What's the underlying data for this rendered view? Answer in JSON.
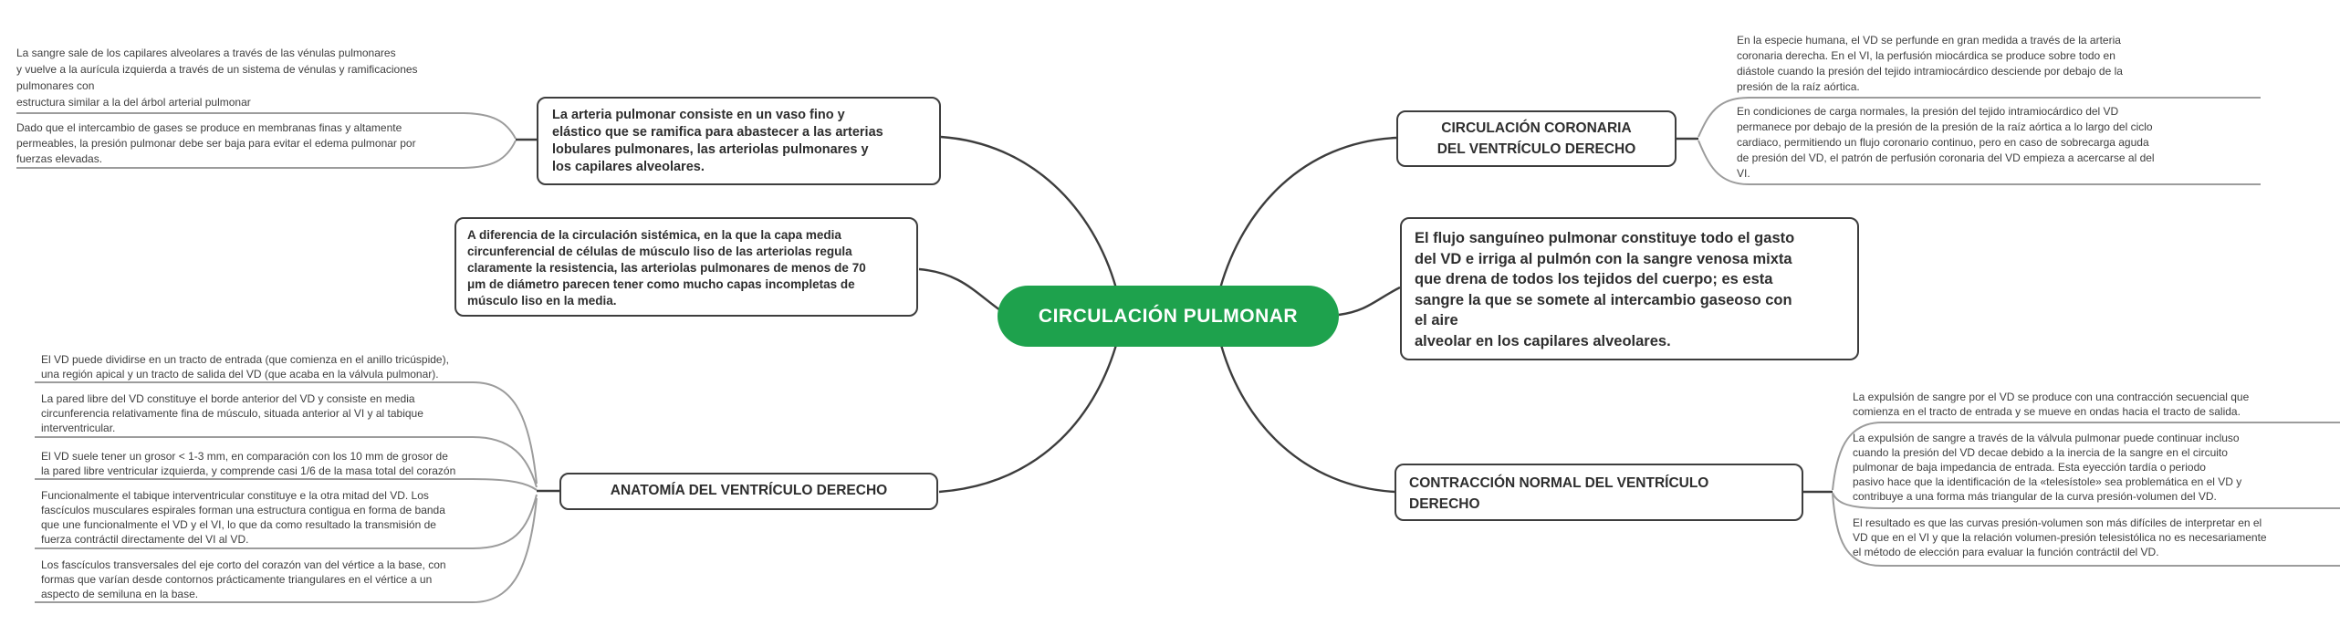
{
  "diagram": {
    "root": {
      "label": "CIRCULACIÓN PULMONAR"
    },
    "colors": {
      "root_bg": "#1ea24d",
      "root_text": "#ffffff",
      "branch_line": "#3d3d3d",
      "note_line": "#9c9c9c",
      "box_border": "#3d3d3d",
      "box_text": "#2e2e2e",
      "note_text": "#3e3e3e"
    },
    "left": {
      "pulmonary_artery": {
        "box": "La arteria pulmonar consiste en un vaso fino y\nelástico que se ramifica para abastecer a las arterias\nlobulares pulmonares, las arteriolas pulmonares y\nlos capilares alveolares.",
        "notes": [
          "La sangre sale de los capilares alveolares a través de las vénulas pulmonares\ny vuelve a la aurícula izquierda a través de un sistema de vénulas y ramificaciones\npulmonares con\nestructura similar a la del árbol arterial pulmonar",
          "Dado que el intercambio de gases se produce en membranas finas y altamente\npermeables, la presión pulmonar debe ser baja para evitar el edema pulmonar por\nfuerzas elevadas."
        ]
      },
      "arterioles": {
        "box": "A diferencia de la circulación sistémica, en la que la capa media\ncircunferencial de células de músculo liso de las arteriolas regula\nclaramente la resistencia, las arteriolas pulmonares de menos de 70\nμm de diámetro parecen tener como mucho capas incompletas de\nmúsculo liso en la media."
      },
      "anatomy": {
        "box": "ANATOMÍA DEL VENTRÍCULO DERECHO",
        "notes": [
          "El VD puede dividirse en un tracto de entrada (que comienza en el anillo tricúspide),\nuna región apical y un tracto de salida del VD (que acaba en la válvula pulmonar).",
          "La pared libre del VD constituye el borde anterior del VD y consiste en media\ncircunferencia relativamente fina de músculo, situada anterior al VI y al tabique\ninterventricular.",
          "El VD suele tener un grosor < 1-3 mm, en comparación con los 10 mm de grosor de\nla pared libre ventricular izquierda, y comprende casi 1/6 de la masa total del corazón",
          "Funcionalmente el tabique interventricular constituye e la otra mitad del VD. Los\nfascículos musculares espirales forman una estructura contigua en forma de banda\nque une funcionalmente el VD y el VI, lo que da como resultado la transmisión de\nfuerza contráctil directamente del VI al VD.",
          "Los fascículos transversales del eje corto del corazón van del vértice a la base, con\nformas que varían desde contornos prácticamente triangulares en el vértice a un\naspecto de semiluna en la base."
        ]
      }
    },
    "right": {
      "coronary": {
        "box": "CIRCULACIÓN CORONARIA\nDEL VENTRÍCULO DERECHO",
        "notes": [
          "En la especie humana, el VD se perfunde en gran medida a través de la arteria\ncoronaria derecha. En el VI, la perfusión miocárdica se produce sobre todo en\ndiástole cuando la presión del tejido intramiocárdico desciende por debajo de la\npresión de la raíz aórtica.",
          "En condiciones de carga normales, la presión del tejido intramiocárdico del VD\npermanece por debajo de la presión de la presión de la raíz aórtica a lo largo del ciclo\ncardiaco, permitiendo un flujo coronario continuo, pero en caso de sobrecarga aguda\nde presión del VD, el patrón de perfusión coronaria del VD empieza a acercarse al del\nVI."
        ]
      },
      "flow": {
        "box": "El flujo sanguíneo pulmonar constituye todo el gasto\ndel VD e irriga al pulmón con la sangre venosa mixta\nque drena de todos los tejidos del cuerpo; es esta\nsangre la que se somete al intercambio gaseoso con\nel aire\nalveolar en los capilares alveolares."
      },
      "contraction": {
        "box": "CONTRACCIÓN NORMAL DEL VENTRÍCULO\nDERECHO",
        "notes": [
          "La expulsión de sangre por el VD se produce con una contracción secuencial que\ncomienza en el tracto de entrada y se mueve en ondas hacia el tracto de salida.",
          "La expulsión de sangre a través de la válvula pulmonar puede continuar incluso\ncuando la presión del VD decae debido a la inercia de la sangre en el circuito\npulmonar de baja impedancia de entrada. Esta eyección tardía o periodo\npasivo hace que la identificación de la «telesístole» sea problemática en el VD y\ncontribuye a una forma más triangular de la curva presión-volumen del VD.",
          "El resultado es que las curvas presión-volumen son más difíciles de interpretar en el\nVD que en el VI y que la relación volumen-presión telesistólica no es necesariamente\nel método de elección para evaluar la función contráctil del VD."
        ]
      }
    }
  }
}
